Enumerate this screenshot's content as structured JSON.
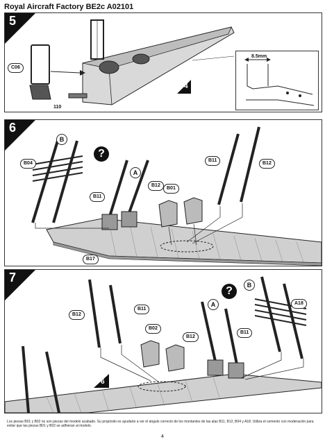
{
  "header": {
    "title": "Royal Aircraft Factory BE2c  A02101"
  },
  "steps": {
    "s5": {
      "number": "5",
      "parts": {
        "c06": "C06",
        "n110": "110"
      },
      "ref_step": "4",
      "inset_dim": "8.5mm"
    },
    "s6": {
      "number": "6",
      "parts": {
        "b04": "B04",
        "b11a": "B11",
        "b12a": "B12",
        "b11b": "B11",
        "b12b": "B12",
        "b01": "B01",
        "b17": "B17"
      },
      "letters": {
        "a": "A",
        "b": "B"
      },
      "qmark": "?"
    },
    "s7": {
      "number": "7",
      "parts": {
        "b12a": "B12",
        "b11a": "B11",
        "b02": "B02",
        "b12b": "B12",
        "b11b": "B11",
        "a18": "A18"
      },
      "letters": {
        "a": "A",
        "b": "B"
      },
      "qmark": "?",
      "ref_step": "6"
    }
  },
  "footer": {
    "note": "Los piezas B01 y B02 no son piezas del modelo acabado. Su propósito es ayudarte a ver el ángulo correcto de los montantes de las alas B11, B12, B04 y A18. Utiliza el cemento con moderación para evitar que las piezas B01 y B02 se adhieran al modelo.",
    "page": "4"
  }
}
